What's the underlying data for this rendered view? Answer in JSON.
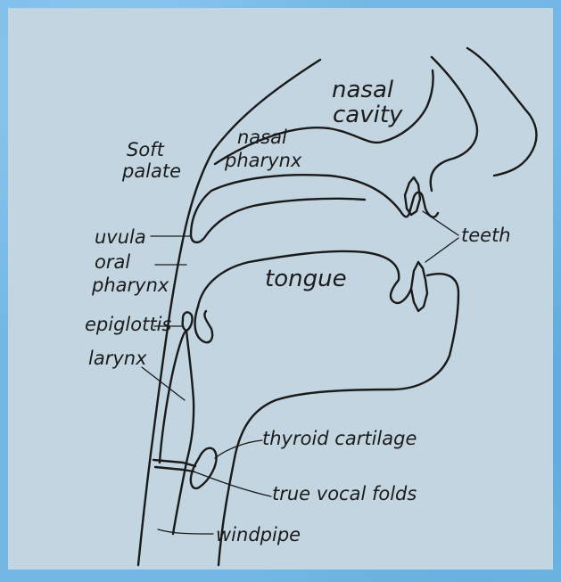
{
  "labels": {
    "nasal_cavity_1": "nasal",
    "nasal_cavity_2": "cavity",
    "nasal_pharynx_1": "nasal",
    "nasal_pharynx_2": "pharynx",
    "soft_palate_1": "Soft",
    "soft_palate_2": "palate",
    "uvula": "uvula",
    "oral_pharynx_1": "oral",
    "oral_pharynx_2": "pharynx",
    "tongue": "tongue",
    "teeth": "teeth",
    "epiglottis": "epiglottis",
    "larynx": "larynx",
    "thyroid_cartilage": "thyroid cartilage",
    "true_vocal_folds": "true vocal folds",
    "windpipe": "windpipe"
  }
}
